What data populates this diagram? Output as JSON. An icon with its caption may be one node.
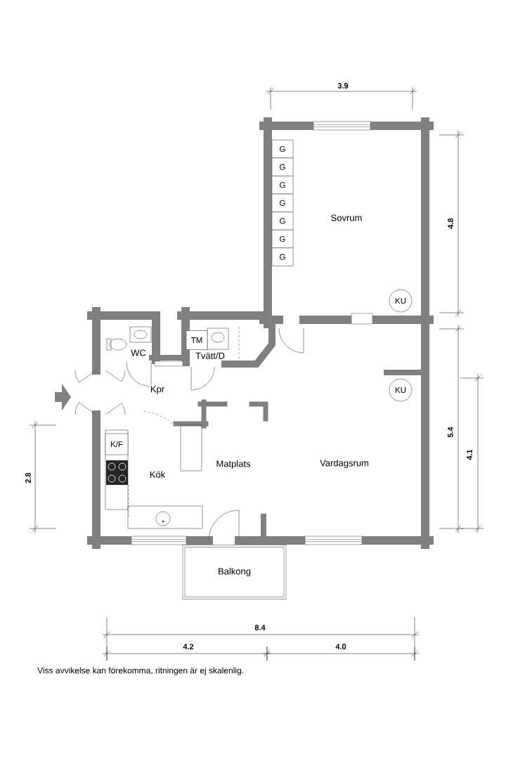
{
  "diagram": {
    "caption": "Viss avvikelse kan förekomma, ritningen är ej skalenlig.",
    "nodes": [
      {
        "text": [
          "G"
        ]
      },
      {
        "text": [
          "G"
        ]
      },
      {
        "text": [
          "G"
        ]
      },
      {
        "text": [
          "G"
        ]
      },
      {
        "text": [
          "G"
        ]
      },
      {
        "text": [
          "G"
        ]
      },
      {
        "text": [
          "G"
        ]
      },
      {
        "text": [
          "KU"
        ]
      },
      {
        "text": [
          "TM"
        ]
      },
      {
        "text": [
          "KU"
        ]
      },
      {
        "text": [
          "K/F"
        ]
      },
      {
        "text": [
          "Balkong"
        ]
      }
    ],
    "labels": [
      "3.9",
      "Sovrum",
      "4.8",
      "WC",
      "Tvätt/D",
      "Kpr",
      "5.4",
      "4.1",
      "2.8",
      "Kök",
      "Matplats",
      "Vardagsrum",
      "8.4",
      "4.2",
      "4.0"
    ]
  }
}
